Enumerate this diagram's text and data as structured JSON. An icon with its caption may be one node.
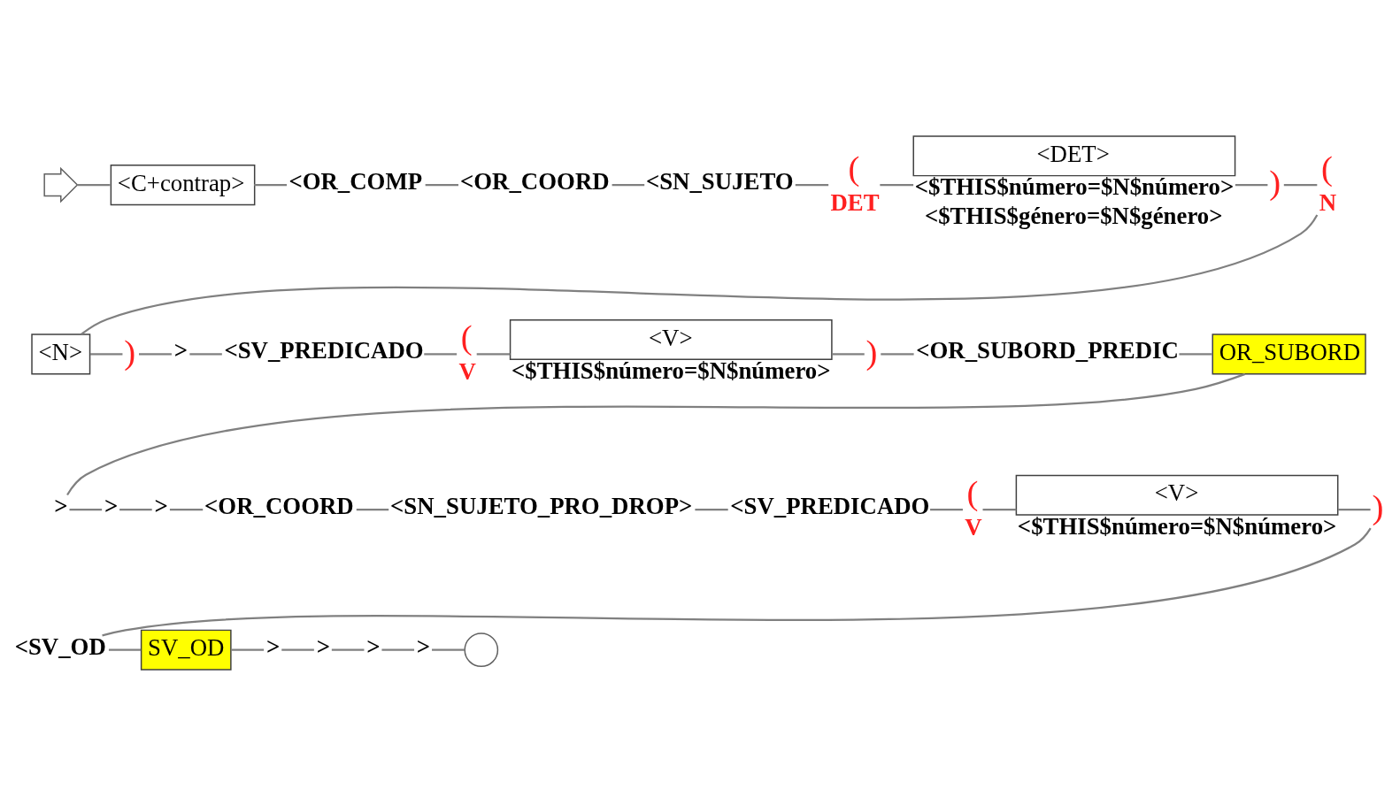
{
  "diagram": {
    "nodes": [
      {
        "text": [],
        "shape": "arrow"
      },
      {
        "text": [
          "<C+contrap>"
        ]
      },
      {
        "text": [
          "<OR_COMP"
        ]
      },
      {
        "text": [
          "<OR_COORD"
        ]
      },
      {
        "text": [
          "<SN_SUJETO"
        ]
      },
      {
        "text": [
          "(",
          "DET"
        ]
      },
      {
        "text": [
          "<DET>"
        ],
        "beside": [
          "<$THIS$número=$N$número>",
          "<$THIS$género=$N$género>"
        ]
      },
      {
        "text": [
          ")"
        ]
      },
      {
        "text": [
          "(",
          "N"
        ]
      },
      {
        "text": [
          "<N>"
        ]
      },
      {
        "text": [
          ")"
        ]
      },
      {
        "text": [
          ">"
        ]
      },
      {
        "text": [
          "<SV_PREDICADO"
        ]
      },
      {
        "text": [
          "(",
          "V"
        ]
      },
      {
        "text": [
          "<V>"
        ],
        "beside": [
          "<$THIS$número=$N$número>"
        ]
      },
      {
        "text": [
          ")"
        ]
      },
      {
        "text": [
          "<OR_SUBORD_PREDIC"
        ]
      },
      {
        "text": [
          "OR_SUBORD"
        ]
      },
      {
        "text": [
          ">"
        ]
      },
      {
        "text": [
          ">"
        ]
      },
      {
        "text": [
          ">"
        ]
      },
      {
        "text": [
          "<OR_COORD"
        ]
      },
      {
        "text": [
          "<SN_SUJETO_PRO_DROP>"
        ]
      },
      {
        "text": [
          "<SV_PREDICADO"
        ]
      },
      {
        "text": [
          "(",
          "V"
        ]
      },
      {
        "text": [
          "<V>"
        ],
        "beside": [
          "<$THIS$número=$N$número>"
        ]
      },
      {
        "text": [
          ")"
        ]
      },
      {
        "text": [
          "<SV_OD"
        ]
      },
      {
        "text": [
          "SV_OD"
        ]
      },
      {
        "text": [
          ">"
        ]
      },
      {
        "text": [
          ">"
        ]
      },
      {
        "text": [
          ">"
        ]
      },
      {
        "text": [
          ">"
        ]
      },
      {
        "text": [],
        "shape": "circle"
      }
    ],
    "edges": [
      {
        "from": 0,
        "to": 1,
        "arrow": "none"
      },
      {
        "from": 1,
        "to": 2,
        "arrow": "none"
      },
      {
        "from": 2,
        "to": 3,
        "arrow": "none"
      },
      {
        "from": 3,
        "to": 4,
        "arrow": "none"
      },
      {
        "from": 4,
        "to": 5,
        "arrow": "none"
      },
      {
        "from": 5,
        "to": 6,
        "arrow": "none"
      },
      {
        "from": 6,
        "to": 7,
        "arrow": "none"
      },
      {
        "from": 7,
        "to": 8,
        "arrow": "none"
      },
      {
        "from": 8,
        "to": 9,
        "arrow": "none"
      },
      {
        "from": 9,
        "to": 10,
        "arrow": "none"
      },
      {
        "from": 10,
        "to": 11,
        "arrow": "none"
      },
      {
        "from": 11,
        "to": 12,
        "arrow": "none"
      },
      {
        "from": 12,
        "to": 13,
        "arrow": "none"
      },
      {
        "from": 13,
        "to": 14,
        "arrow": "none"
      },
      {
        "from": 14,
        "to": 15,
        "arrow": "none"
      },
      {
        "from": 15,
        "to": 16,
        "arrow": "none"
      },
      {
        "from": 16,
        "to": 17,
        "arrow": "none"
      },
      {
        "from": 17,
        "to": 18,
        "arrow": "none"
      },
      {
        "from": 18,
        "to": 19,
        "arrow": "none"
      },
      {
        "from": 19,
        "to": 20,
        "arrow": "none"
      },
      {
        "from": 20,
        "to": 21,
        "arrow": "none"
      },
      {
        "from": 21,
        "to": 22,
        "arrow": "none"
      },
      {
        "from": 22,
        "to": 23,
        "arrow": "none"
      },
      {
        "from": 23,
        "to": 24,
        "arrow": "none"
      },
      {
        "from": 24,
        "to": 25,
        "arrow": "none"
      },
      {
        "from": 25,
        "to": 26,
        "arrow": "none"
      },
      {
        "from": 26,
        "to": 27,
        "arrow": "none"
      },
      {
        "from": 27,
        "to": 28,
        "arrow": "none"
      },
      {
        "from": 28,
        "to": 29,
        "arrow": "none"
      },
      {
        "from": 29,
        "to": 30,
        "arrow": "none"
      },
      {
        "from": 30,
        "to": 31,
        "arrow": "none"
      },
      {
        "from": 31,
        "to": 32,
        "arrow": "none"
      },
      {
        "from": 32,
        "to": 33,
        "arrow": "none"
      }
    ]
  }
}
